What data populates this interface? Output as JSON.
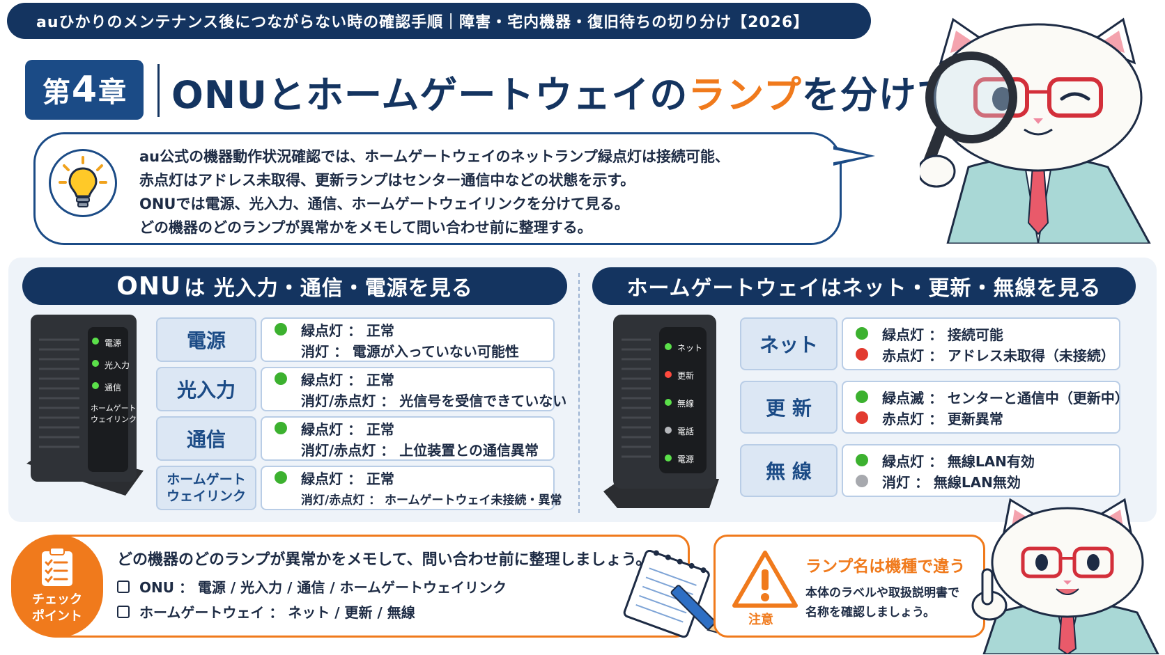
{
  "header": {
    "banner": "auひかりのメンテナンス後につながらない時の確認手順｜障害・宅内機器・復旧待ちの切り分け【2026】",
    "chapter_prefix": "第",
    "chapter_num": "4",
    "chapter_suffix": "章",
    "title_part1": "ONUとホームゲートウェイの",
    "title_accent": "ランプ",
    "title_part2": "を分けて見る"
  },
  "intro": {
    "lines": [
      "au公式の機器動作状況確認では、ホームゲートウェイのネットランプ緑点灯は接続可能、",
      "赤点灯はアドレス未取得、更新ランプはセンター通信中などの状態を示す。",
      "ONUでは電源、光入力、通信、ホームゲートウェイリンクを分けて見る。",
      "どの機器のどのランプが異常かをメモして問い合わせ前に整理する。"
    ]
  },
  "onu": {
    "header_name": "ONU",
    "header_rest": "は 光入力・通信・電源を見る",
    "device_labels": [
      "電源",
      "光入力",
      "通信"
    ],
    "device_label_hgw_1": "ホームゲート",
    "device_label_hgw_2": "ウェイリンク",
    "rows": [
      {
        "label": "電源",
        "line1": "緑点灯 ： 正常",
        "line2": "消灯 ： 電源が入っていない可能性"
      },
      {
        "label": "光入力",
        "line1": "緑点灯 ： 正常",
        "line2": "消灯/赤点灯 ： 光信号を受信できていない"
      },
      {
        "label": "通信",
        "line1": "緑点灯 ： 正常",
        "line2": "消灯/赤点灯 ： 上位装置との通信異常"
      },
      {
        "label_1": "ホームゲート",
        "label_2": "ウェイリンク",
        "line1": "緑点灯 ： 正常",
        "line2": "消灯/赤点灯 ： ホームゲートウェイ未接続・異常"
      }
    ]
  },
  "hgw": {
    "header": "ホームゲートウェイはネット・更新・無線を見る",
    "device_labels": [
      "ネット",
      "更新",
      "無線",
      "電話",
      "電源"
    ],
    "rows": [
      {
        "label": "ネット",
        "line1": "緑点灯 ： 接続可能",
        "line2": "赤点灯 ： アドレス未取得（未接続）"
      },
      {
        "label": "更 新",
        "line1": "緑点滅 ： センターと通信中（更新中）",
        "line2": "赤点灯 ： 更新異常"
      },
      {
        "label": "無 線",
        "line1": "緑点灯 ： 無線LAN有効",
        "line2": "消灯 ： 無線LAN無効"
      }
    ]
  },
  "checkpoint": {
    "badge_1": "チェック",
    "badge_2": "ポイント",
    "title": "どの機器のどのランプが異常かをメモして、問い合わせ前に整理しましょう。",
    "item1": "ONU ： 電源 / 光入力 / 通信 / ホームゲートウェイリンク",
    "item2": "ホームゲートウェイ ： ネット / 更新 / 無線"
  },
  "caution": {
    "title": "ランプ名は機種で違う",
    "text1": "本体のラベルや取扱説明書で",
    "text2": "名称を確認しましょう。",
    "label": "注意"
  },
  "colors": {
    "navy": "#143460",
    "accent": "#f07a1c",
    "green_lamp": "#3cb12f",
    "red_lamp": "#e23a2f",
    "gray_lamp": "#a7a9ae"
  },
  "icons": [
    "light-bulb-icon",
    "clipboard-icon",
    "warning-icon",
    "notepad-pen-icon",
    "onu-device-illustration",
    "hgw-device-illustration",
    "cat-mascot-magnifier",
    "cat-mascot-pointing"
  ]
}
